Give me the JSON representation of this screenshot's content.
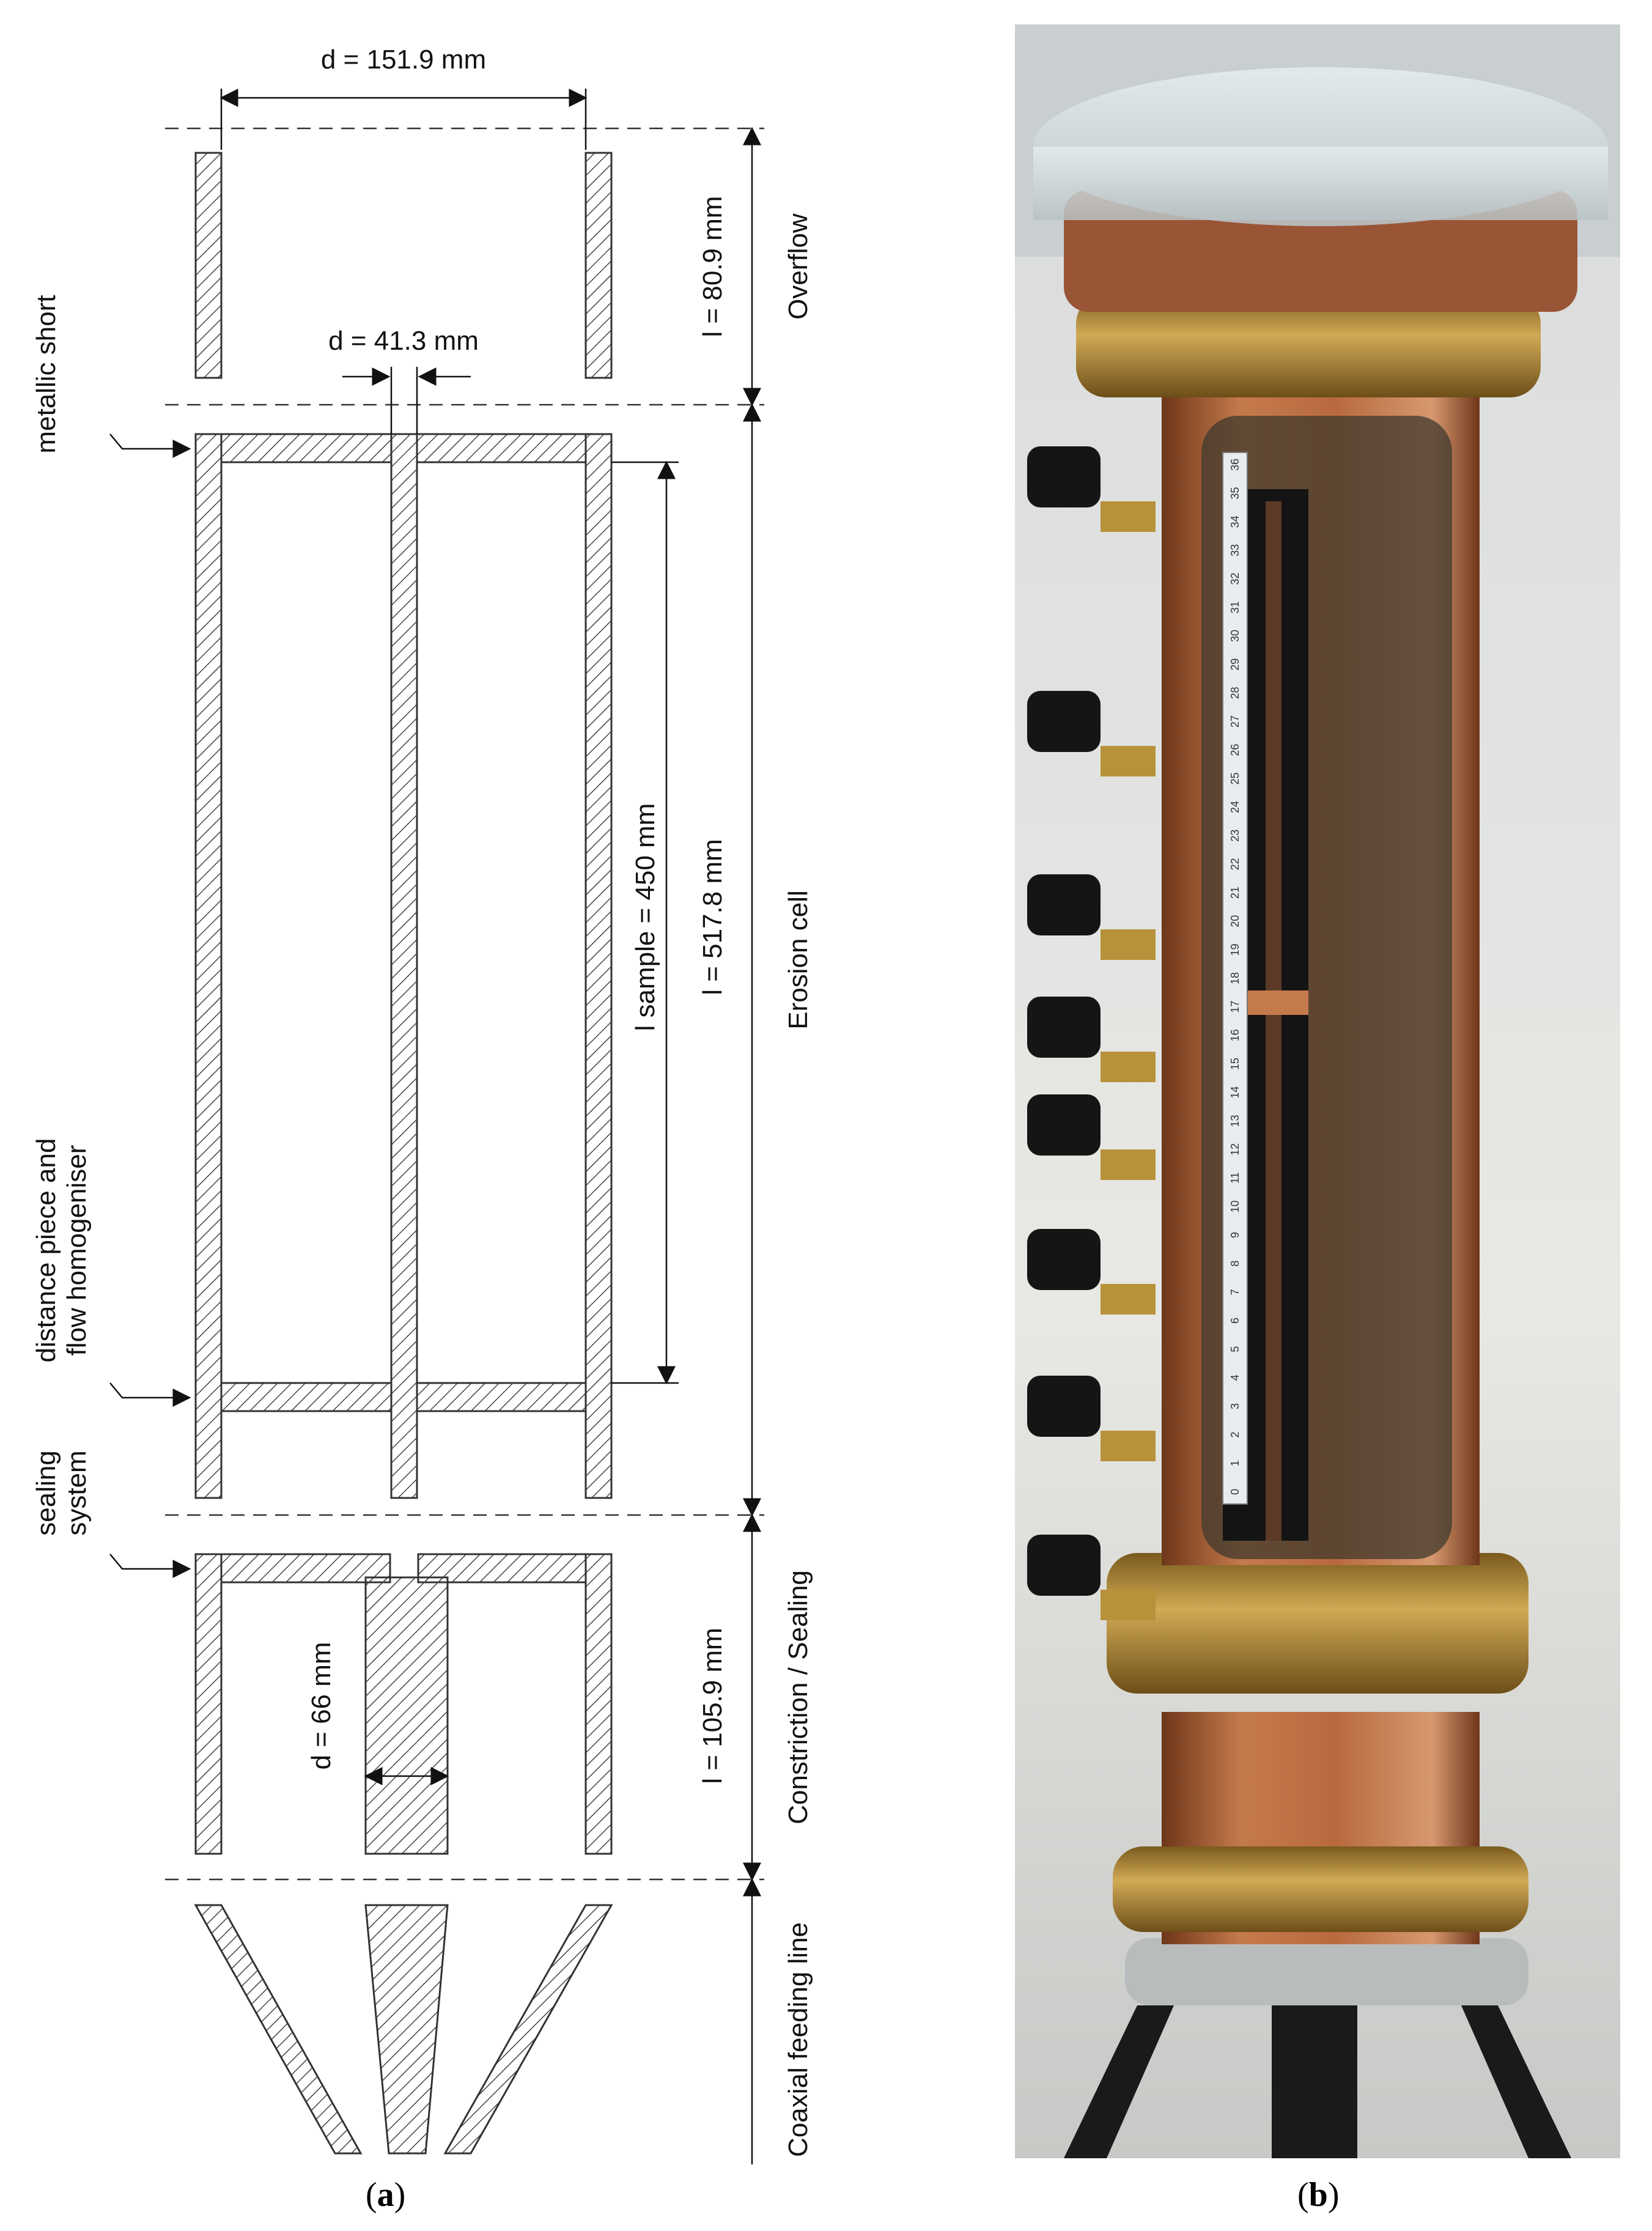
{
  "figure_a": {
    "dimensions": {
      "outer_diameter": "d = 151.9 mm",
      "inner_diameter": "d = 41.3 mm",
      "constriction_diameter": "d = 66 mm",
      "overflow_length": "l = 80.9 mm",
      "sample_length": "l sample = 450 mm",
      "cell_length": "l = 517.8 mm",
      "sealing_length": "l = 105.9 mm"
    },
    "sections": {
      "overflow": "Overflow",
      "erosion_cell": "Erosion cell",
      "constriction": "Constriction / Sealing",
      "feeding": "Coaxial feeding line"
    },
    "callouts": {
      "metallic_short": "metallic short",
      "homogeniser_line1": "distance piece and",
      "homogeniser_line2": "flow homogeniser",
      "sealing_line1": "sealing",
      "sealing_line2": "system"
    },
    "caption": {
      "open": "(",
      "letter": "a",
      "close": ")"
    }
  },
  "figure_b": {
    "ruler_numbers": [
      "0",
      "1",
      "2",
      "3",
      "4",
      "5",
      "6",
      "7",
      "8",
      "9",
      "10",
      "11",
      "12",
      "13",
      "14",
      "15",
      "16",
      "17",
      "18",
      "19",
      "20",
      "21",
      "22",
      "23",
      "24",
      "25",
      "26",
      "27",
      "28",
      "29",
      "30",
      "31",
      "32",
      "33",
      "34",
      "35",
      "36"
    ],
    "caption": {
      "open": "(",
      "letter": "b",
      "close": ")"
    }
  },
  "colors": {
    "copper": "#b8663e",
    "brass": "#b8923a",
    "hatch": "#444444"
  }
}
